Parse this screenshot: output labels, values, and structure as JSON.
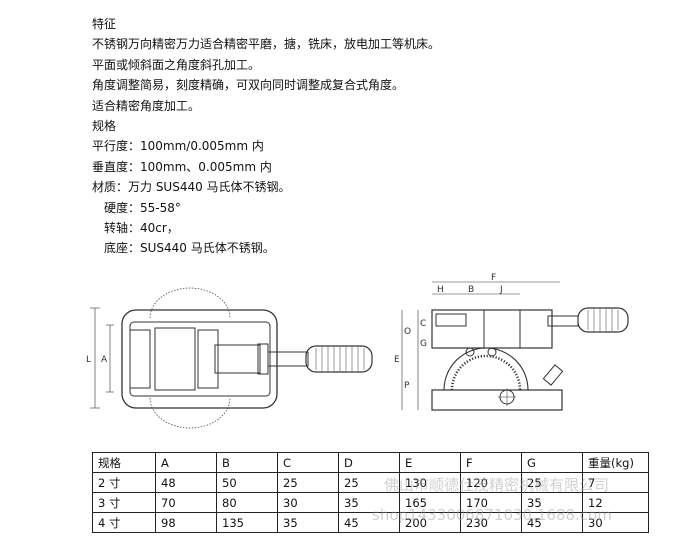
{
  "features": {
    "heading": "特征",
    "lines": [
      "不锈钢万向精密万力适合精密平磨，搪，铣床，放电加工等机床。",
      "平面或倾斜面之角度斜孔加工。",
      "角度调整简易，刻度精确，可双向同时调整成复合式角度。",
      "适合精密角度加工。"
    ]
  },
  "specs": {
    "heading": "规格",
    "lines": [
      "平行度：100mm/0.005mm 内",
      "垂直度：100mm、0.005mm 内",
      "材质：万力 SUS440 马氏体不锈钢。"
    ],
    "sub_lines": [
      "硬度：55-58°",
      "转轴：40cr，",
      "底座：SUS440 马氏体不锈钢。"
    ]
  },
  "drawing_labels": {
    "front_L": "L",
    "front_A": "A",
    "side_H": "H",
    "side_B": "B",
    "side_F": "F",
    "side_J": "J",
    "side_O": "O",
    "side_C": "C",
    "side_G": "G",
    "side_E": "E",
    "side_P": "P"
  },
  "table": {
    "headers": [
      "规格",
      "A",
      "B",
      "C",
      "D",
      "E",
      "F",
      "G",
      "重量(kg)"
    ],
    "rows": [
      [
        "2 寸",
        "48",
        "50",
        "25",
        "25",
        "130",
        "120",
        "25",
        "7"
      ],
      [
        "3 寸",
        "70",
        "80",
        "30",
        "35",
        "165",
        "170",
        "35",
        "12"
      ],
      [
        "4 寸",
        "98",
        "135",
        "35",
        "45",
        "200",
        "230",
        "45",
        "30"
      ]
    ]
  },
  "watermark": {
    "line1": "佛山市顺德仕茂精密机械有限公司",
    "line2": "shop1433006871030.1688.com"
  }
}
